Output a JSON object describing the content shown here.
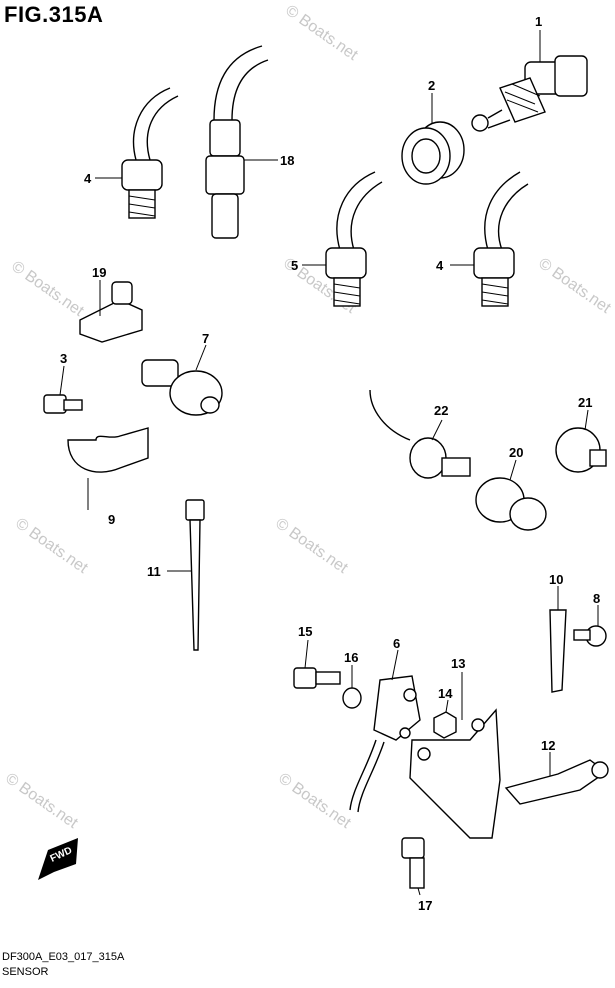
{
  "figure": {
    "title": "FIG.315A",
    "code": "DF300A_E03_017_315A",
    "name": "SENSOR"
  },
  "watermark": "© Boats.net",
  "fwd_label": "FWD",
  "callouts": [
    "1",
    "2",
    "3",
    "4",
    "4",
    "5",
    "6",
    "7",
    "8",
    "9",
    "10",
    "11",
    "12",
    "13",
    "14",
    "15",
    "16",
    "17",
    "18",
    "19",
    "20",
    "21",
    "22"
  ]
}
